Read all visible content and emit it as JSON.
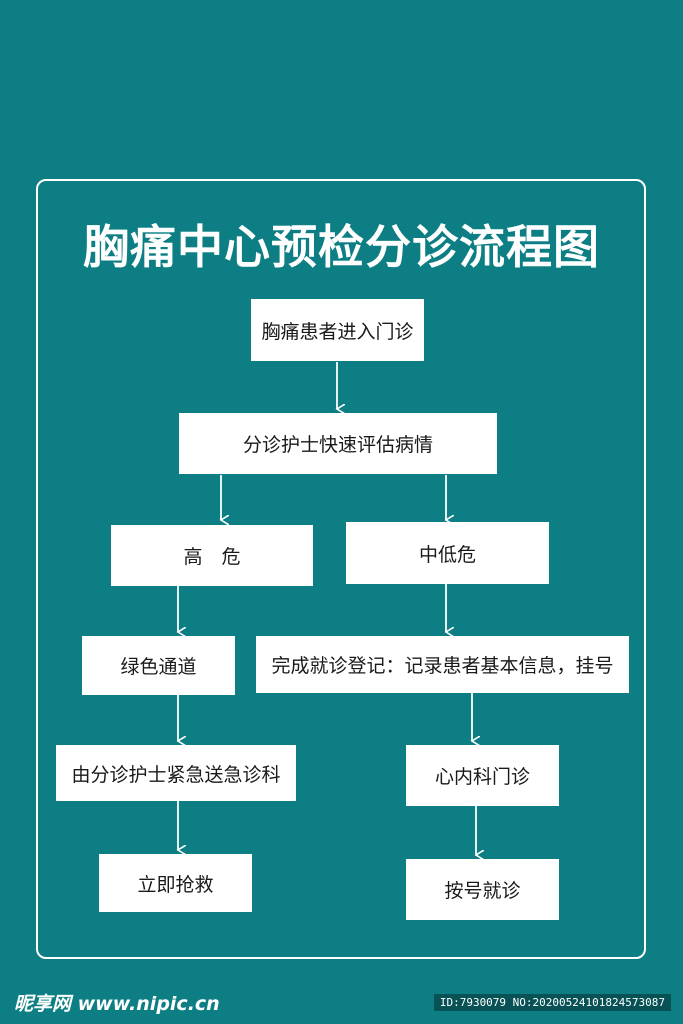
{
  "title": "胸痛中心预检分诊流程图",
  "nodes": {
    "entry": "胸痛患者进入门诊",
    "triage": "分诊护士快速评估病情",
    "high_risk": "高　危",
    "mid_low_risk": "中低危",
    "green_channel": "绿色通道",
    "escort": "由分诊护士紧急送急诊科",
    "rescue": "立即抢救",
    "register": "完成就诊登记：记录患者基本信息，挂号",
    "cardiology": "心内科门诊",
    "visit": "按号就诊"
  },
  "watermark": {
    "site": "昵享网 www.nipic.cn",
    "id": "ID:7930079 NO:20200524101824573087"
  },
  "colors": {
    "background": "#0d7f84",
    "box": "#ffffff",
    "line": "#ffffff"
  }
}
